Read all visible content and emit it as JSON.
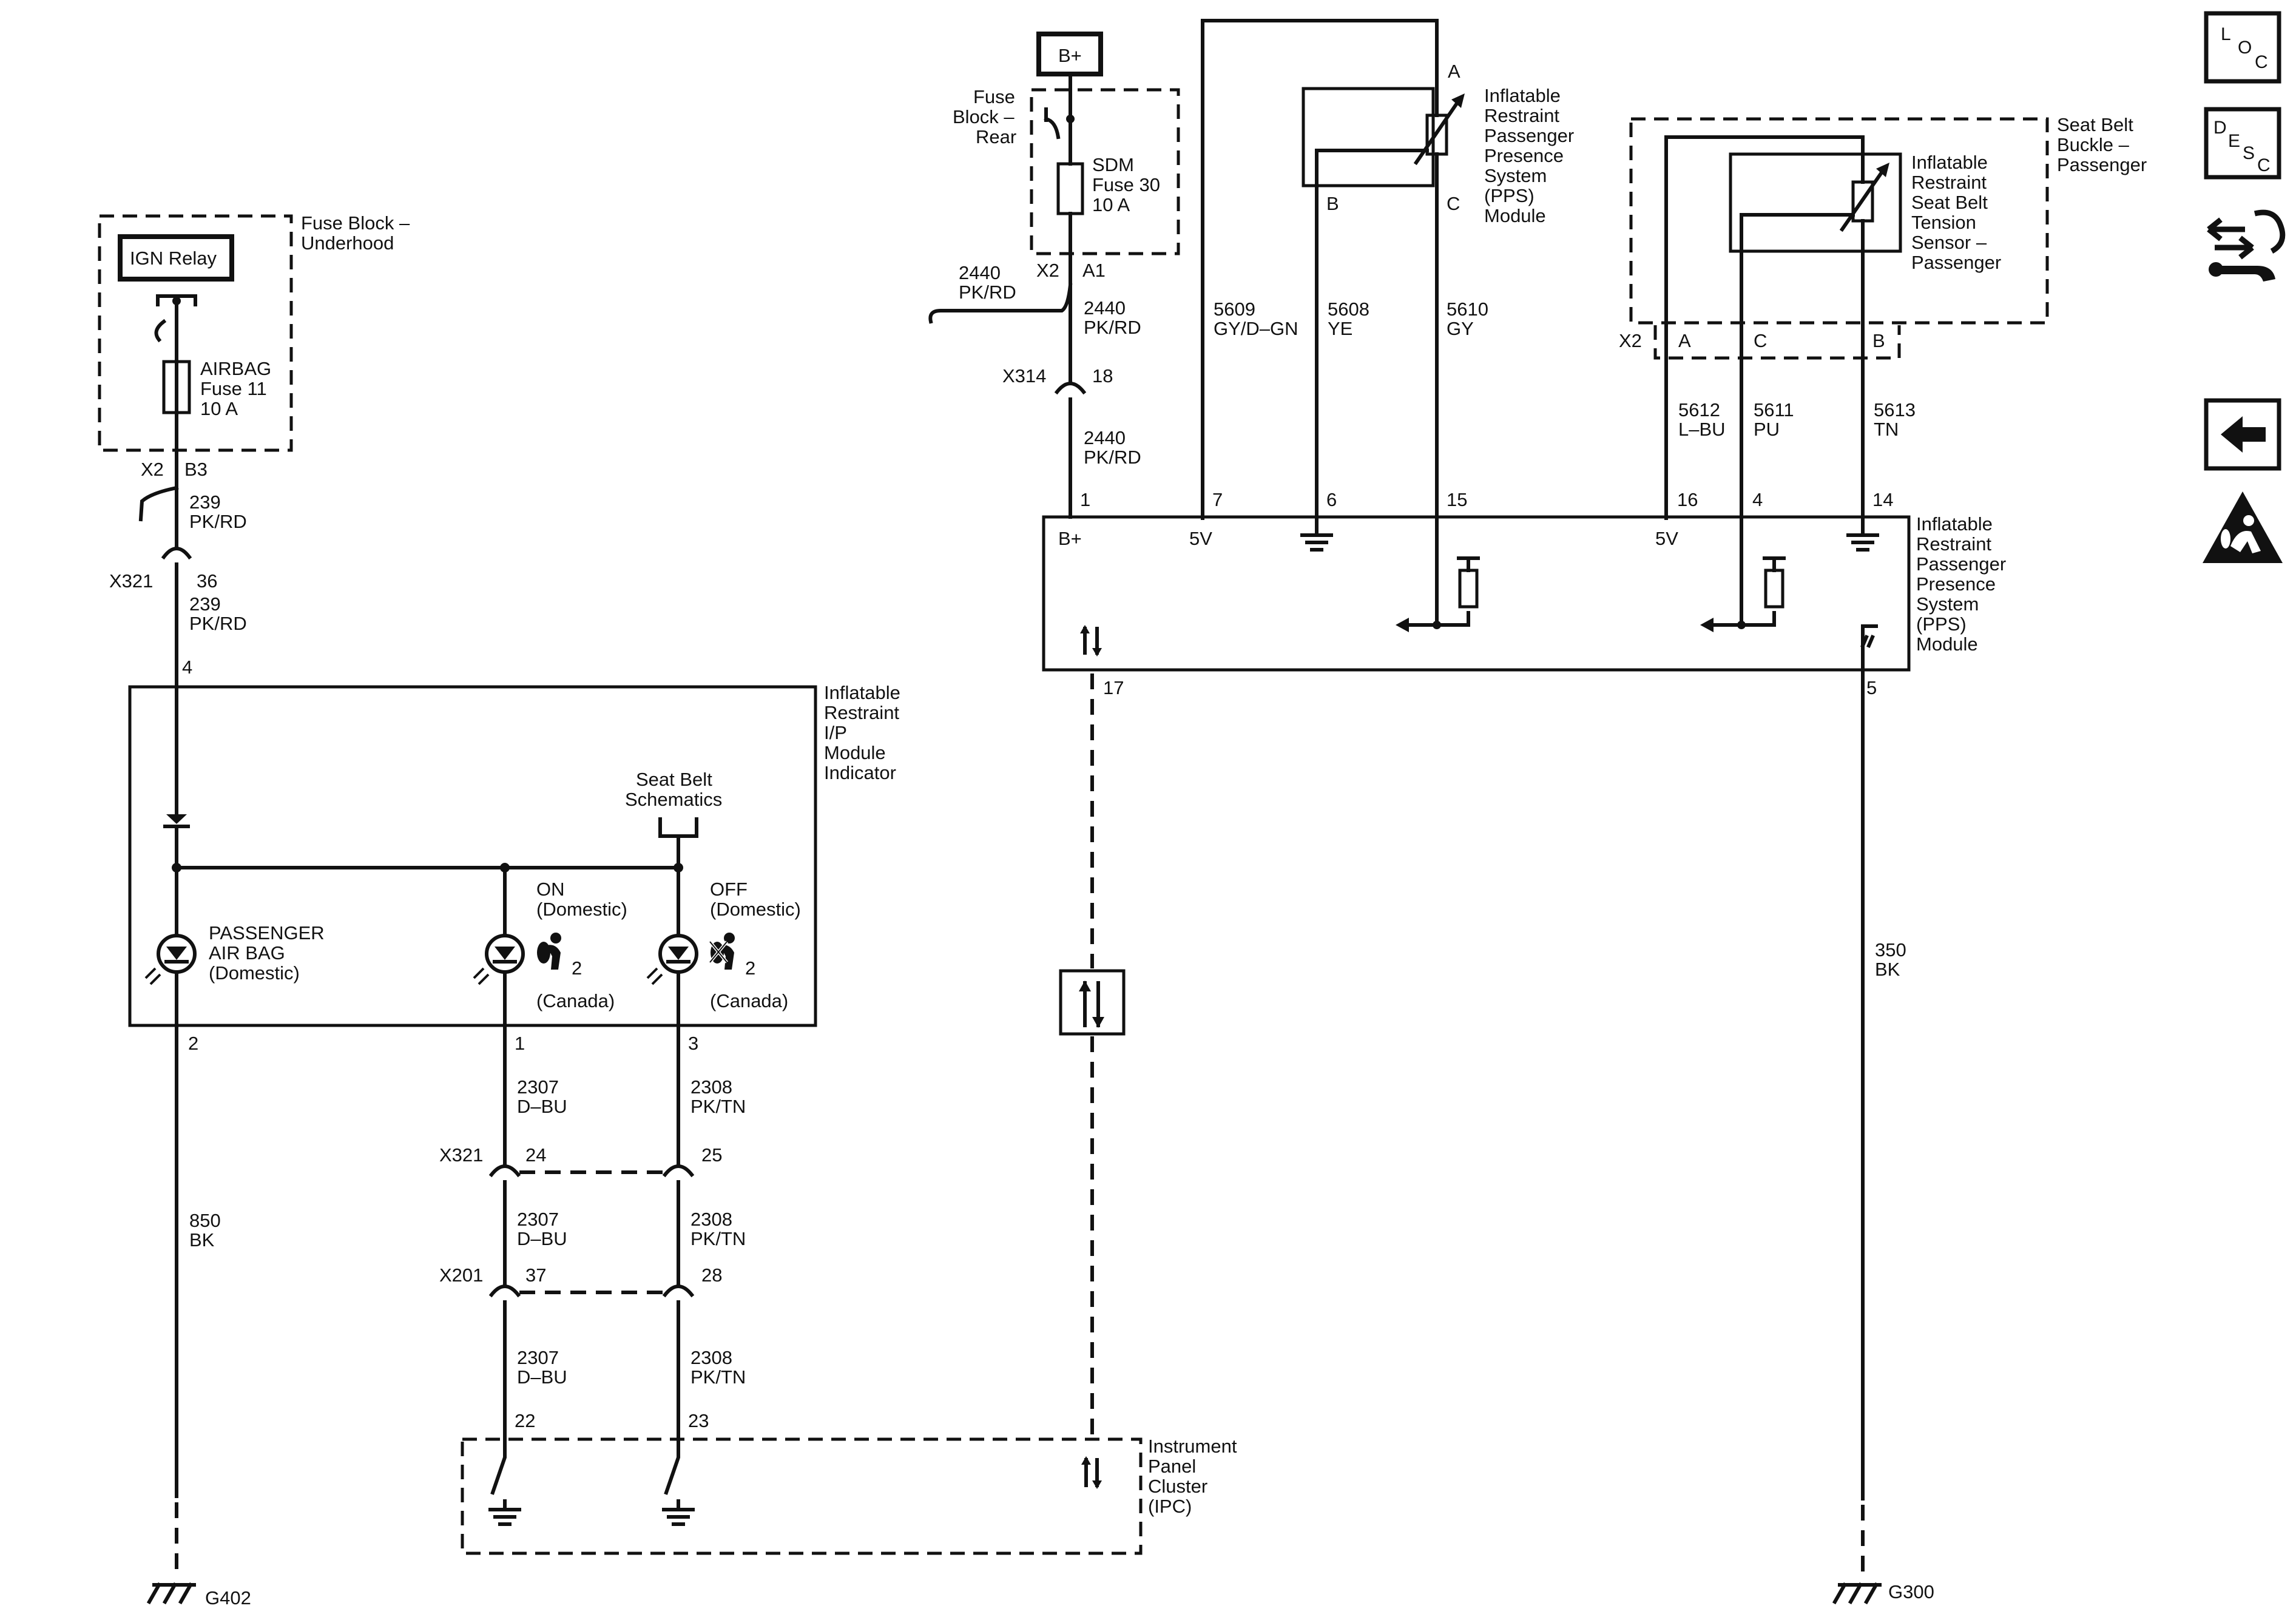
{
  "fuse_block_underhood": {
    "title_l1": "Fuse Block –",
    "title_l2": "Underhood",
    "relay": "IGN Relay",
    "fuse_l1": "AIRBAG",
    "fuse_l2": "Fuse 11",
    "fuse_l3": "10 A",
    "conn": "X2",
    "pin": "B3"
  },
  "circuit_239": {
    "num": "239",
    "color": "PK/RD",
    "conn": "X321",
    "pin": "36",
    "num2": "239",
    "color2": "PK/RD"
  },
  "ip_indicator": {
    "title": [
      "Inflatable",
      "Restraint",
      "I/P",
      "Module",
      "Indicator"
    ],
    "pin_in": "4",
    "seat_belt_l1": "Seat Belt",
    "seat_belt_l2": "Schematics",
    "pass_airbag_l1": "PASSENGER",
    "pass_airbag_l2": "AIR BAG",
    "pass_airbag_l3": "(Domestic)",
    "on_l1": "ON",
    "on_l2": "(Domestic)",
    "off_l1": "OFF",
    "off_l2": "(Domestic)",
    "canada1": "(Canada)",
    "canada2": "(Canada)",
    "icon_sub1": "2",
    "icon_sub2": "2",
    "pin_out_a": "2",
    "pin_out_b": "1",
    "pin_out_c": "3"
  },
  "circuit_2307": {
    "num": "2307",
    "color": "D–BU"
  },
  "circuit_2308": {
    "num": "2308",
    "color": "PK/TN"
  },
  "conn_x321": {
    "name": "X321",
    "pin_a": "24",
    "pin_b": "25"
  },
  "conn_x201": {
    "name": "X201",
    "pin_a": "37",
    "pin_b": "28"
  },
  "circuit_850": {
    "num": "850",
    "color": "BK"
  },
  "ground_g402": "G402",
  "ipc": {
    "title": [
      "Instrument",
      "Panel",
      "Cluster",
      "(IPC)"
    ],
    "pin_a": "22",
    "pin_b": "23"
  },
  "fuse_block_rear": {
    "title_l1": "Fuse",
    "title_l2": "Block –",
    "title_l3": "Rear",
    "bplus": "B+",
    "fuse_l1": "SDM",
    "fuse_l2": "Fuse 30",
    "fuse_l3": "10 A",
    "conn": "X2",
    "pin": "A1"
  },
  "circuit_2440": {
    "num": "2440",
    "color": "PK/RD",
    "conn": "X314",
    "pin": "18"
  },
  "pps_sensor": {
    "title": [
      "Inflatable",
      "Restraint",
      "Passenger",
      "Presence",
      "System",
      "(PPS)",
      "Module"
    ],
    "pin_a": "A",
    "pin_b": "B",
    "pin_c": "C"
  },
  "circuit_5609": {
    "num": "5609",
    "color": "GY/D–GN"
  },
  "circuit_5608": {
    "num": "5608",
    "color": "YE"
  },
  "circuit_5610": {
    "num": "5610",
    "color": "GY"
  },
  "seat_belt_buckle": {
    "title_l1": "Seat Belt",
    "title_l2": "Buckle –",
    "title_l3": "Passenger",
    "sensor": [
      "Inflatable",
      "Restraint",
      "Seat Belt",
      "Tension",
      "Sensor –",
      "Passenger"
    ],
    "conn": "X2",
    "pin_a": "A",
    "pin_c": "C",
    "pin_b": "B"
  },
  "circuit_5612": {
    "num": "5612",
    "color": "L–BU"
  },
  "circuit_5611": {
    "num": "5611",
    "color": "PU"
  },
  "circuit_5613": {
    "num": "5613",
    "color": "TN"
  },
  "pps_module": {
    "title": [
      "Inflatable",
      "Restraint",
      "Passenger",
      "Presence",
      "System",
      "(PPS)",
      "Module"
    ],
    "pin1": "1",
    "pin7": "7",
    "pin6": "6",
    "pin15": "15",
    "pin16": "16",
    "pin4": "4",
    "pin14": "14",
    "pin17": "17",
    "pin5": "5",
    "bplus": "B+",
    "v5a": "5V",
    "v5b": "5V"
  },
  "circuit_350": {
    "num": "350",
    "color": "BK"
  },
  "ground_g300": "G300",
  "nav": {
    "loc": [
      "L",
      "O",
      "C"
    ],
    "desc": [
      "D",
      "E",
      "S",
      "C"
    ]
  }
}
